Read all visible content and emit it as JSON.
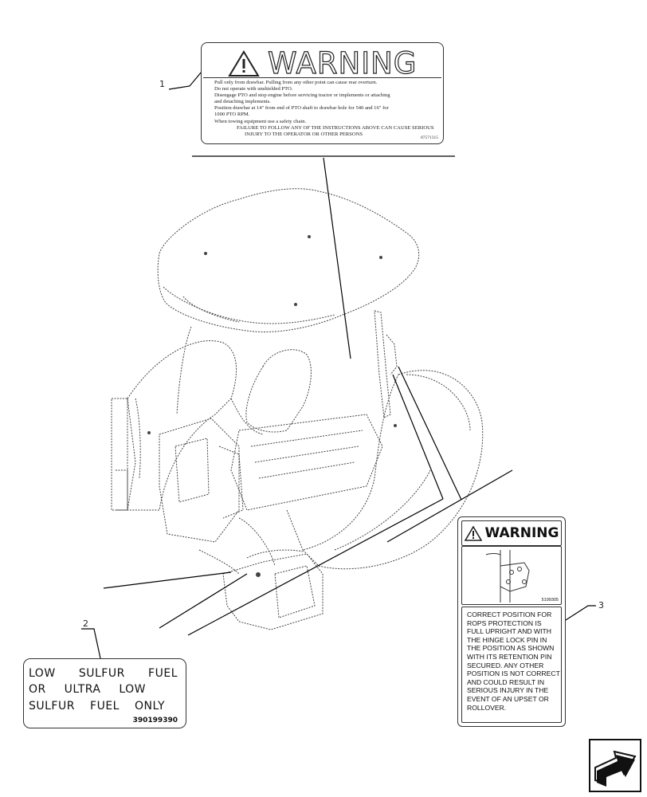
{
  "callouts": {
    "c1": "1",
    "c2": "2",
    "c3": "3"
  },
  "decal1": {
    "title": "WARNING",
    "lines": [
      "Pull only from drawbar. Pulling from any other point can cause rear overturn.",
      "Do not operate with unshielded PTO.",
      "Disengage PTO and stop engine before servicing tractor or implements or attaching",
      "and detaching implements.",
      "Position drawbar at 14\" from end of PTO shaft to drawbar hole for 540 and 16\" for",
      "1000 PTO RPM.",
      "When towing equipment use a safety chain.",
      "FAILURE TO FOLLOW ANY OF THE INSTRUCTIONS ABOVE CAN CAUSE SERIOUS",
      "INJURY TO THE OPERATOR OR OTHER PERSONS"
    ],
    "part_number": "87571315"
  },
  "decal2": {
    "row1": [
      "LOW",
      "SULFUR",
      "FUEL"
    ],
    "row2": [
      "OR",
      "ULTRA",
      "LOW"
    ],
    "row3": [
      "SULFUR",
      "FUEL",
      "ONLY"
    ],
    "part_number": "390199390"
  },
  "decal3": {
    "title": "WARNING",
    "picture_number": "5199305",
    "lines": [
      "CORRECT POSITION FOR",
      "ROPS PROTECTION IS",
      "FULL UPRIGHT AND WITH",
      "THE HINGE LOCK PIN IN",
      "THE POSITION AS SHOWN",
      "WITH ITS RETENTION PIN",
      "SECURED. ANY OTHER",
      "POSITION IS NOT CORRECT",
      "AND COULD RESULT IN",
      "SERIOUS INJURY IN THE",
      "EVENT OF AN UPSET OR",
      "ROLLOVER."
    ]
  },
  "icons": {
    "nav": "next-page-arrow-icon",
    "warning": "warning-triangle-icon"
  }
}
